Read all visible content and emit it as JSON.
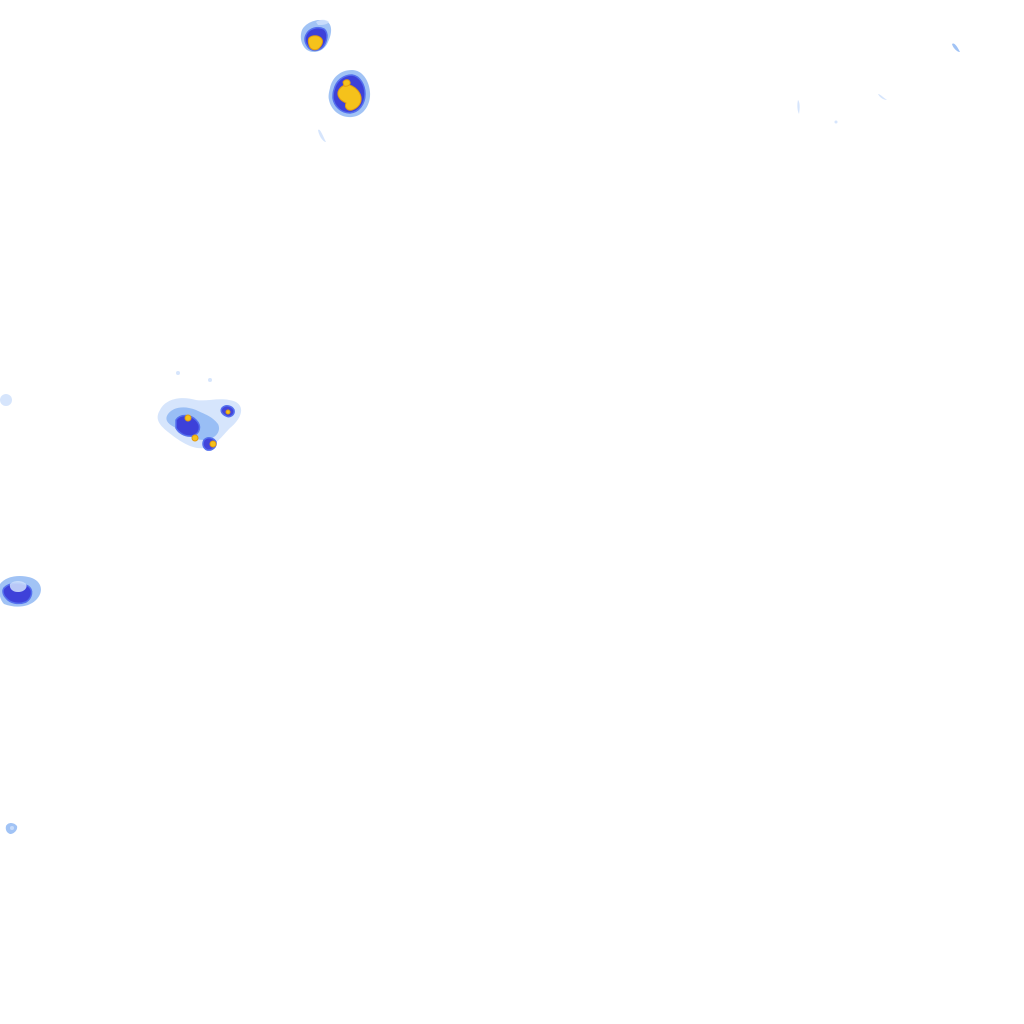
{
  "map": {
    "kind": "precipitation radar overlay",
    "background_color": "#ffffff",
    "intensity_colors": {
      "very_light": "#cfe0fb",
      "light": "#8ab4f2",
      "moderate": "#5470ee",
      "heavy": "#3333d6",
      "core": "#2a22b0",
      "extreme": "#f5c21b",
      "extreme_edge": "#e39b10"
    },
    "cells": [
      {
        "id": "cell-north-small",
        "peak_intensity": "extreme"
      },
      {
        "id": "cell-north-large",
        "peak_intensity": "extreme"
      },
      {
        "id": "cell-west-cluster",
        "peak_intensity": "extreme"
      },
      {
        "id": "cell-west-edge",
        "peak_intensity": "heavy"
      },
      {
        "id": "cell-southwest-spot",
        "peak_intensity": "light"
      },
      {
        "id": "cell-northeast-specks",
        "peak_intensity": "very_light"
      }
    ]
  }
}
